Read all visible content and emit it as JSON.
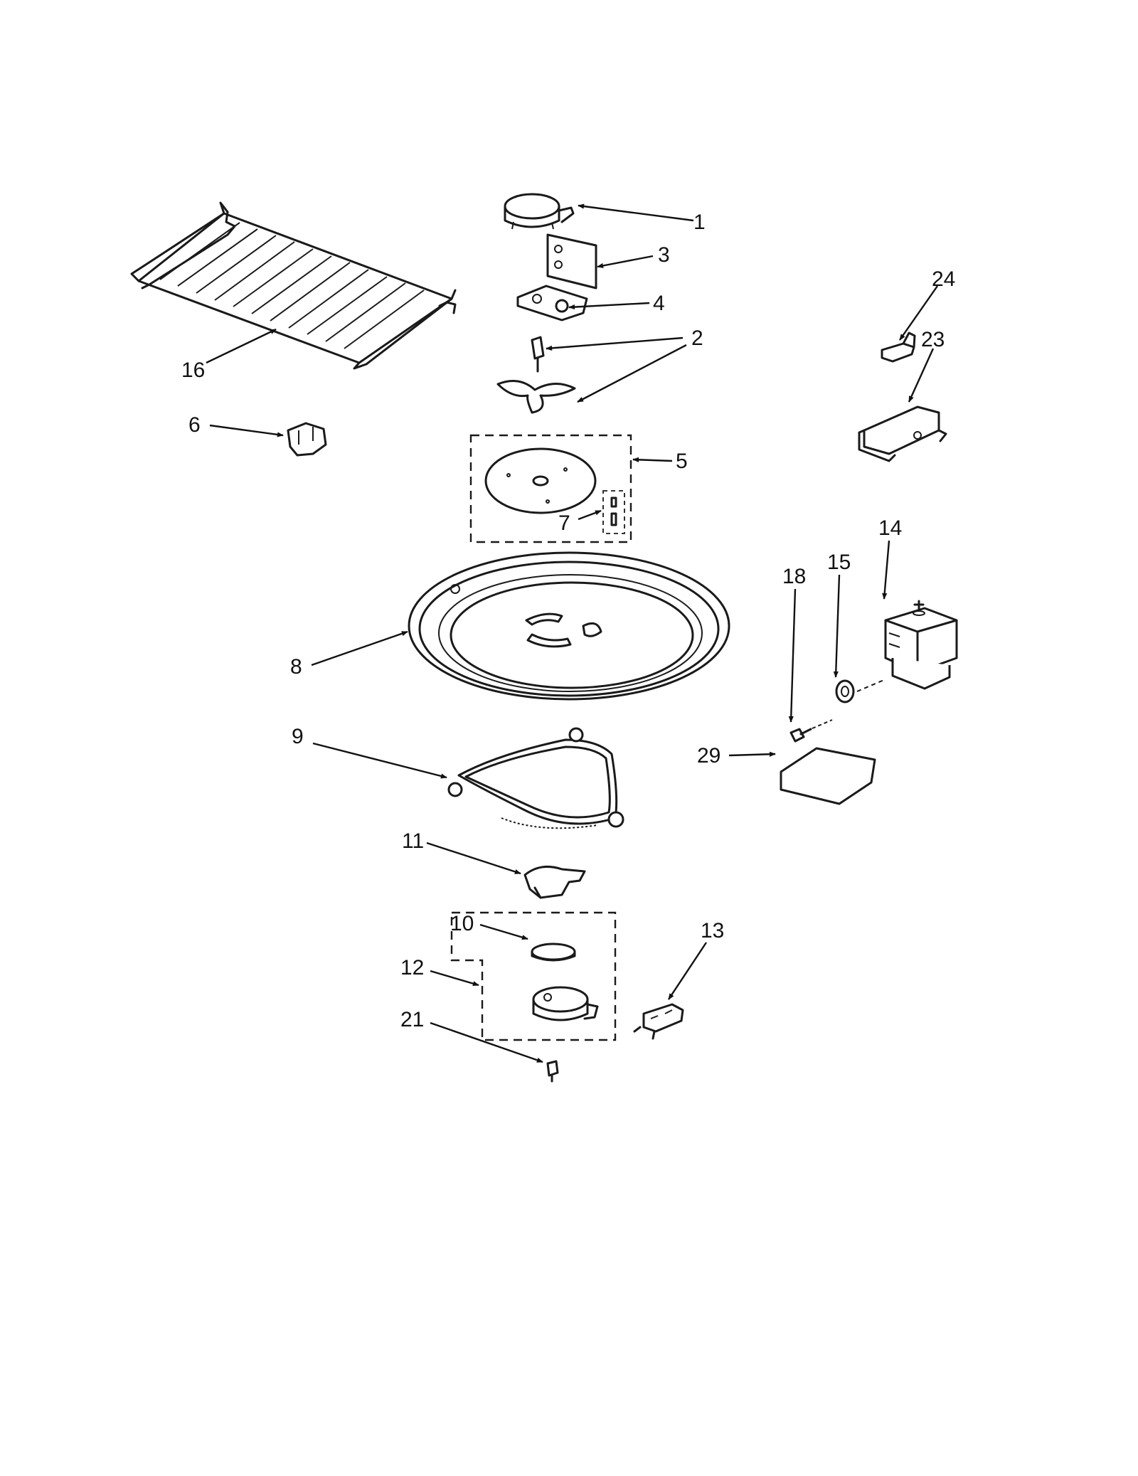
{
  "callouts": [
    {
      "id": "c1",
      "label": "1"
    },
    {
      "id": "c2",
      "label": "2"
    },
    {
      "id": "c3",
      "label": "3"
    },
    {
      "id": "c4",
      "label": "4"
    },
    {
      "id": "c5",
      "label": "5"
    },
    {
      "id": "c6",
      "label": "6"
    },
    {
      "id": "c7",
      "label": "7"
    },
    {
      "id": "c8",
      "label": "8"
    },
    {
      "id": "c9",
      "label": "9"
    },
    {
      "id": "c10",
      "label": "10"
    },
    {
      "id": "c11",
      "label": "11"
    },
    {
      "id": "c12",
      "label": "12"
    },
    {
      "id": "c13",
      "label": "13"
    },
    {
      "id": "c14",
      "label": "14"
    },
    {
      "id": "c15",
      "label": "15"
    },
    {
      "id": "c16",
      "label": "16"
    },
    {
      "id": "c18",
      "label": "18"
    },
    {
      "id": "c21",
      "label": "21"
    },
    {
      "id": "c23",
      "label": "23"
    },
    {
      "id": "c24",
      "label": "24"
    },
    {
      "id": "c29",
      "label": "29"
    }
  ]
}
